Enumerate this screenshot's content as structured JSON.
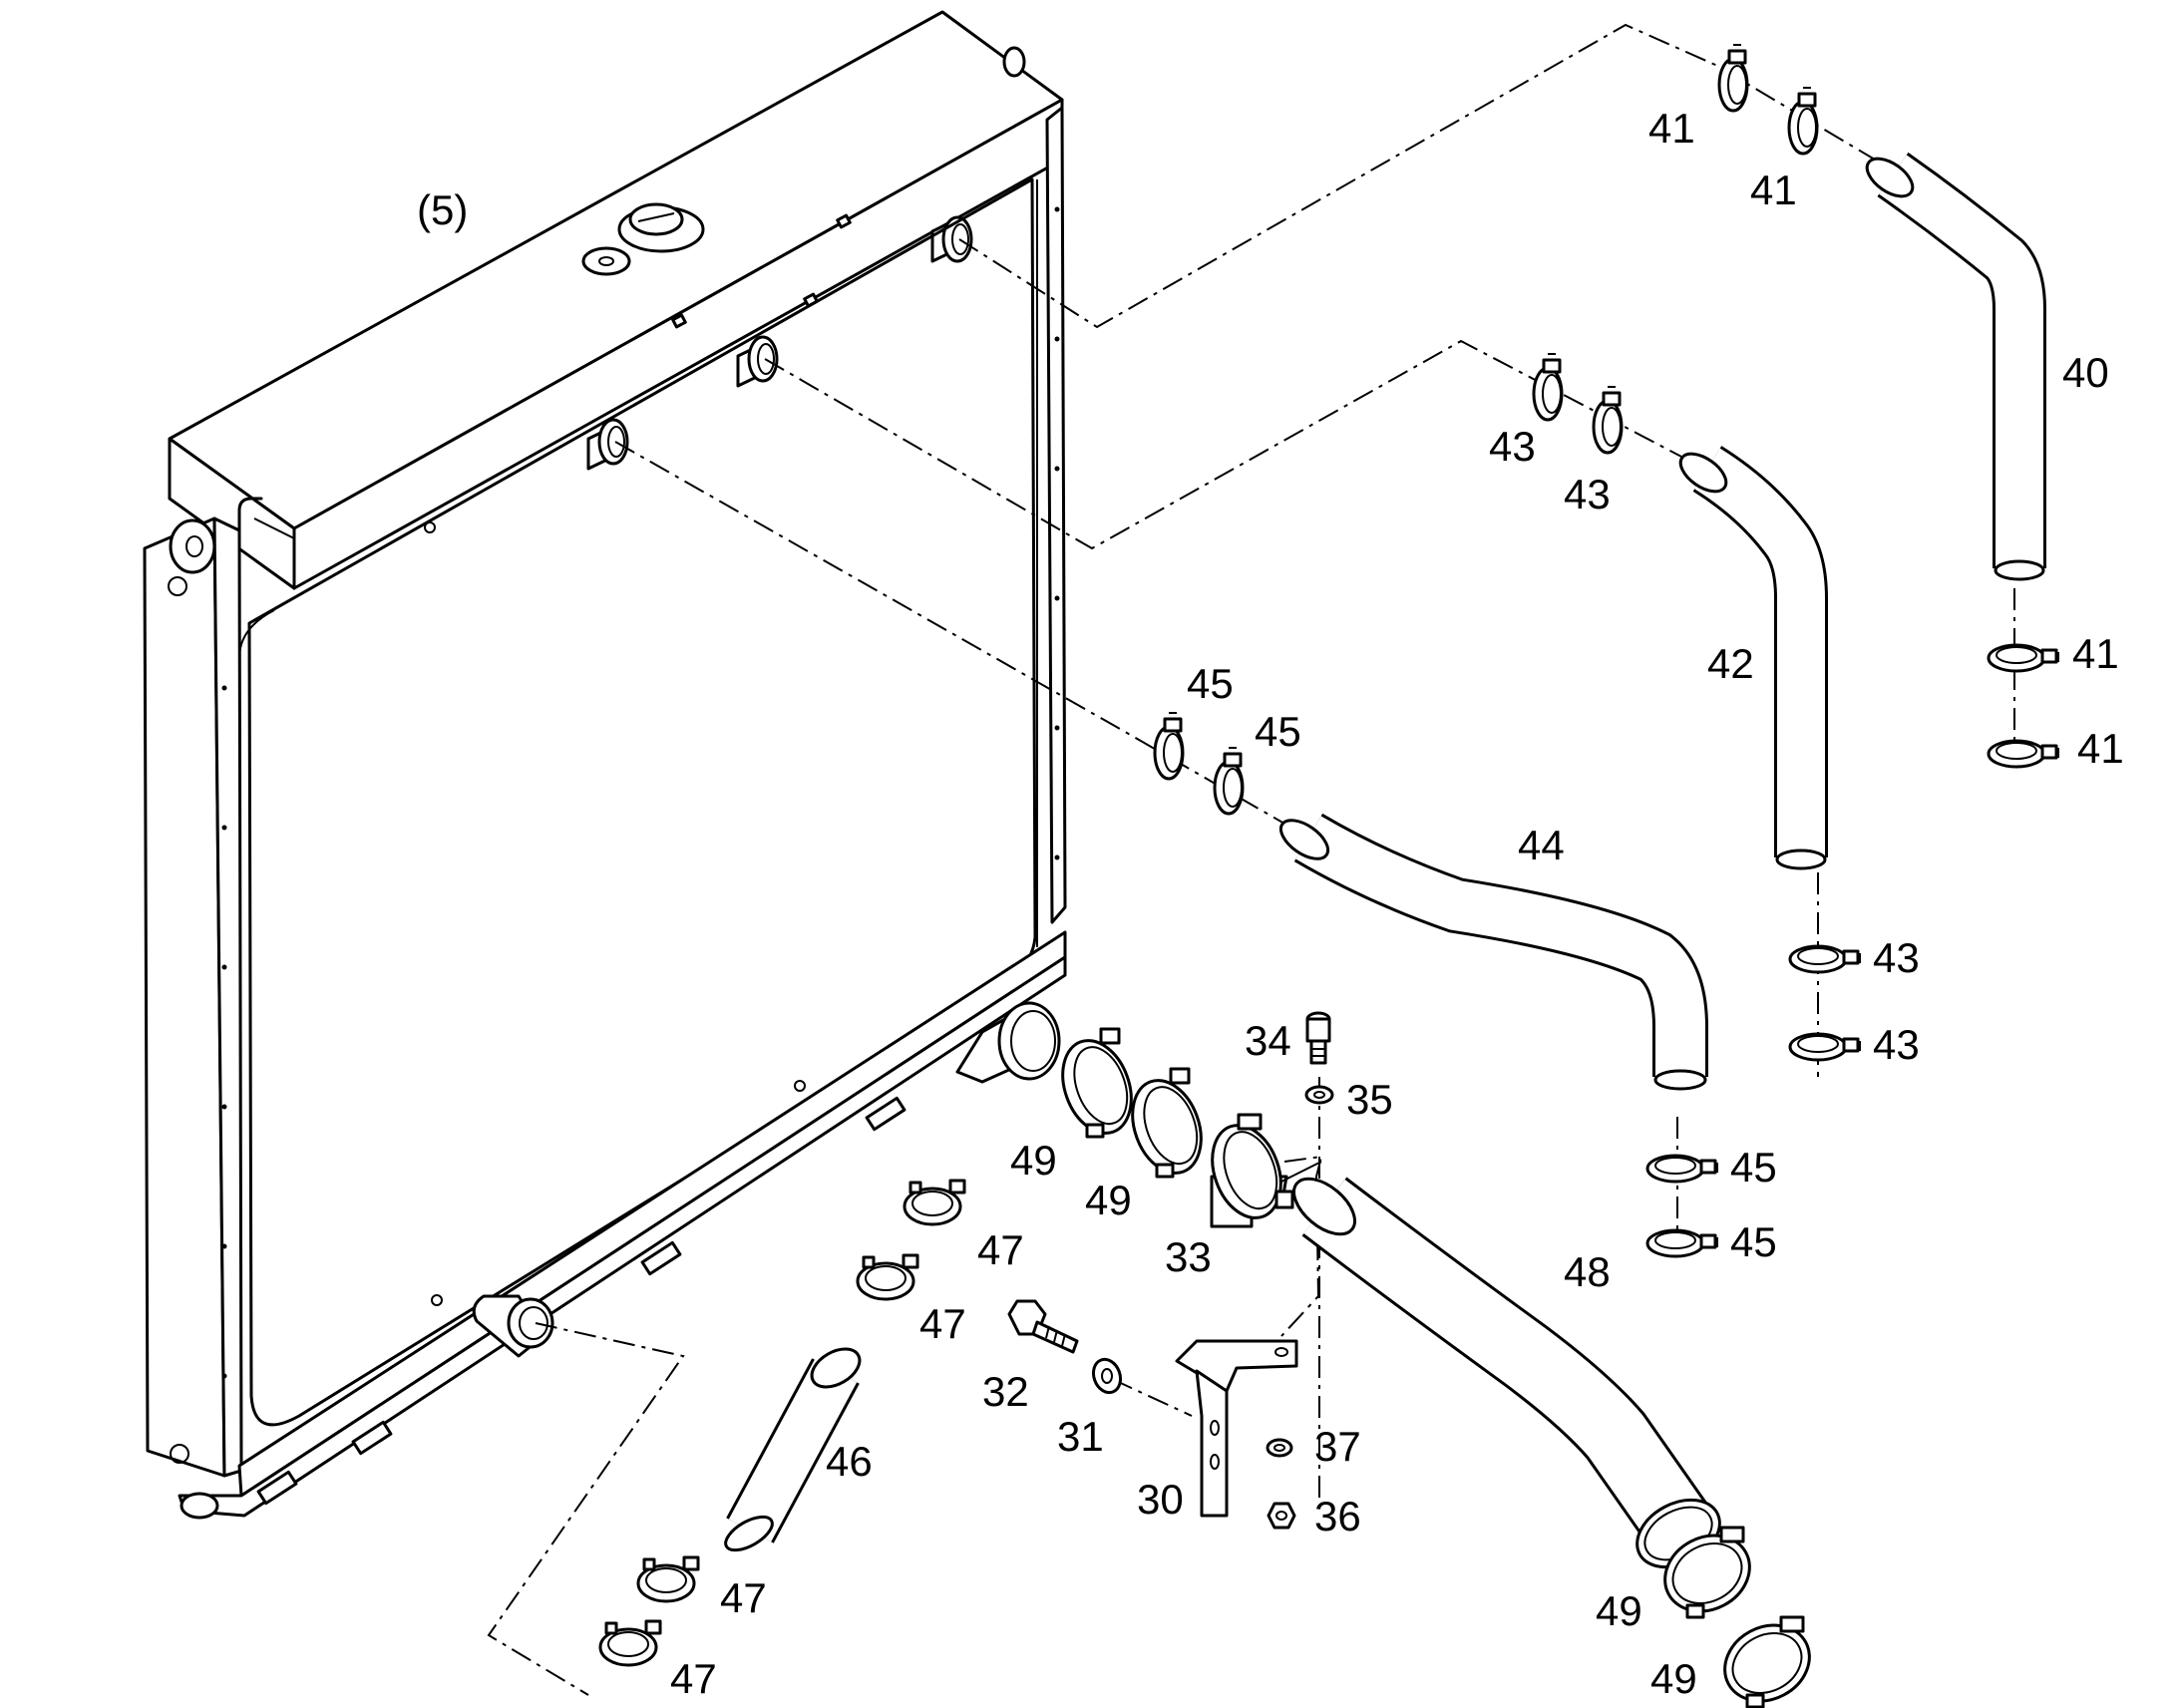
{
  "callouts": {
    "assembly": "(5)",
    "c30": "30",
    "c31": "31",
    "c32": "32",
    "c33": "33",
    "c34": "34",
    "c35": "35",
    "c36": "36",
    "c37": "37",
    "c40": "40",
    "c41": "41",
    "c42": "42",
    "c43": "43",
    "c44": "44",
    "c45": "45",
    "c46": "46",
    "c47": "47",
    "c48": "48",
    "c49": "49"
  }
}
